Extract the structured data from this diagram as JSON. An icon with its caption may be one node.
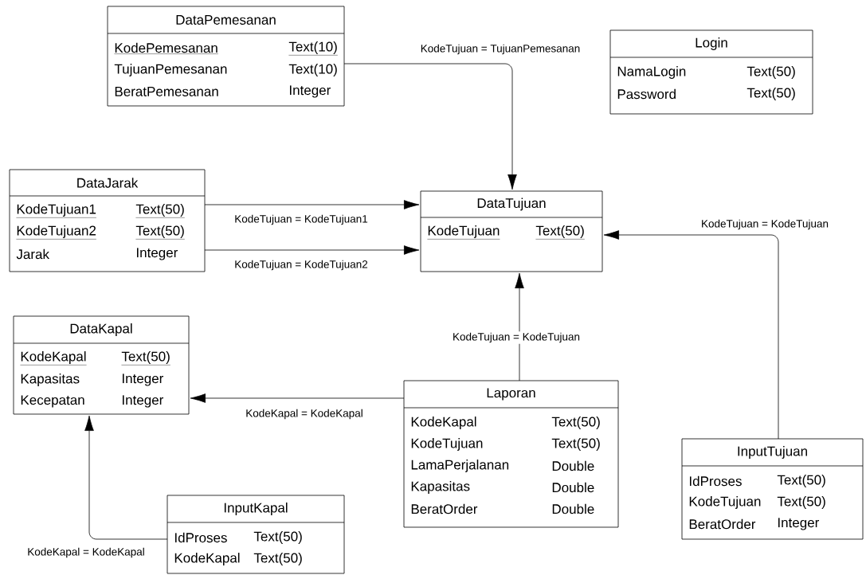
{
  "diagram": {
    "nodes": [
      {
        "text": [
          "DataPemesanan",
          "KodePemesanan",
          "Text(10)",
          "TujuanPemesanan",
          "Text(10)",
          "BeratPemesanan",
          "Integer"
        ]
      },
      {
        "text": [
          "Login",
          "NamaLogin",
          "Text(50)",
          "Password",
          "Text(50)"
        ]
      },
      {
        "text": [
          "DataJarak",
          "KodeTujuan1",
          "Text(50)",
          "KodeTujuan2",
          "Text(50)",
          "Jarak",
          "Integer"
        ]
      },
      {
        "text": [
          "DataTujuan",
          "KodeTujuan",
          "Text(50)"
        ]
      },
      {
        "text": [
          "DataKapal",
          "KodeKapal",
          "Text(50)",
          "Kapasitas",
          "Integer",
          "Kecepatan",
          "Integer"
        ]
      },
      {
        "text": [
          "Laporan",
          "KodeKapal",
          "Text(50)",
          "KodeTujuan",
          "Text(50)",
          "LamaPerjalanan",
          "Double",
          "Kapasitas",
          "Double",
          "BeratOrder",
          "Double"
        ]
      },
      {
        "text": [
          "InputTujuan",
          "IdProses",
          "Text(50)",
          "KodeTujuan",
          "Text(50)",
          "BeratOrder",
          "Integer"
        ]
      },
      {
        "text": [
          "InputKapal",
          "IdProses",
          "Text(50)",
          "KodeKapal",
          "Text(50)"
        ]
      }
    ],
    "edges": [
      {
        "from": 0,
        "to": 3,
        "arrow": "to",
        "label": "KodeTujuan = TujuanPemesanan"
      },
      {
        "from": 2,
        "to": 3,
        "arrow": "to",
        "label": "KodeTujuan = KodeTujuan1"
      },
      {
        "from": 2,
        "to": 3,
        "arrow": "to",
        "label": "KodeTujuan = KodeTujuan2"
      },
      {
        "from": 6,
        "to": 3,
        "arrow": "to",
        "label": "KodeTujuan = KodeTujuan"
      },
      {
        "from": 5,
        "to": 3,
        "arrow": "to",
        "label": "KodeTujuan = KodeTujuan"
      },
      {
        "from": 5,
        "to": 4,
        "arrow": "to",
        "label": "KodeKapal = KodeKapal"
      },
      {
        "from": 7,
        "to": 4,
        "arrow": "to",
        "label": "KodeKapal = KodeKapal"
      }
    ]
  }
}
